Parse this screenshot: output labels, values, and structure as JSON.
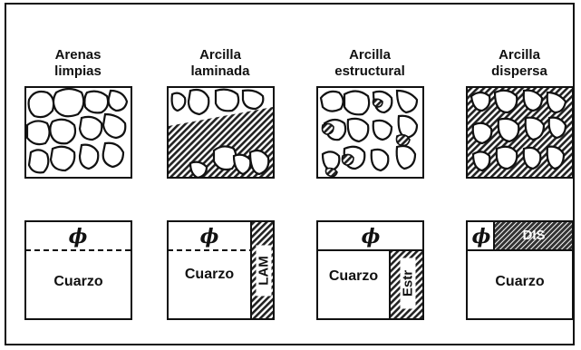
{
  "columns": [
    {
      "title": "Arenas limpias",
      "title_lines": [
        "Arenas",
        "limpias"
      ],
      "model": {
        "porosity": "ϕ",
        "matrix": "Cuarzo"
      }
    },
    {
      "title": "Arcilla laminada",
      "title_lines": [
        "Arcilla",
        "laminada"
      ],
      "model": {
        "porosity": "ϕ",
        "matrix": "Cuarzo",
        "clay": "LAM"
      }
    },
    {
      "title": "Arcilla estructural",
      "title_lines": [
        "Arcilla",
        "estructural"
      ],
      "model": {
        "porosity": "ϕ",
        "matrix": "Cuarzo",
        "clay": "Estr"
      }
    },
    {
      "title": "Arcilla dispersa",
      "title_lines": [
        "Arcilla",
        "dispersa"
      ],
      "model": {
        "porosity": "ϕ",
        "matrix": "Cuarzo",
        "clay": "DIS"
      }
    }
  ],
  "colors": {
    "ink": "#111111",
    "background": "#ffffff",
    "clay_fill": "#2a2a2a"
  }
}
